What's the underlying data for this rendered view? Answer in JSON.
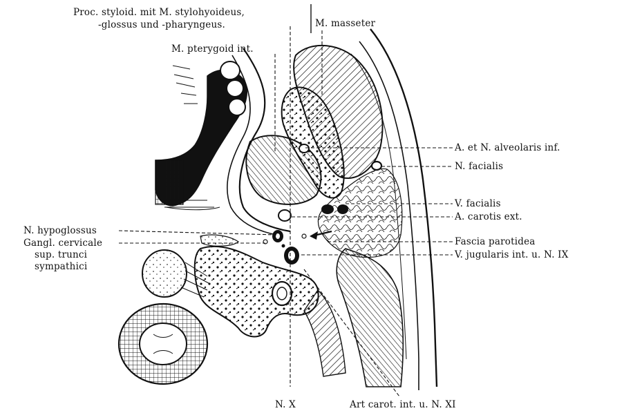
{
  "figure": {
    "background": "#ffffff",
    "ink": "#111111",
    "labels": {
      "proc_styloid_1": "Proc. styloid. mit M. stylohyoideus,",
      "proc_styloid_2": "-glossus und -pharyngeus.",
      "m_masseter": "M. masseter",
      "m_pterygoid": "M. pterygoid int.",
      "a_n_alveolaris": "A. et N. alveolaris inf.",
      "n_facialis": "N. facialis",
      "v_facialis": "V. facialis",
      "a_carotis_ext": "A. carotis ext.",
      "n_hypoglossus": "N. hypoglossus",
      "gangl_1": "Gangl. cervicale",
      "gangl_2": "sup. trunci",
      "gangl_3": "sympathici",
      "fascia_parotidea": "Fascia parotidea",
      "v_jugularis": "V. jugularis int. u. N. IX",
      "n_x": "N. X",
      "art_carot_int": "Art carot. int. u. N. XI"
    }
  }
}
